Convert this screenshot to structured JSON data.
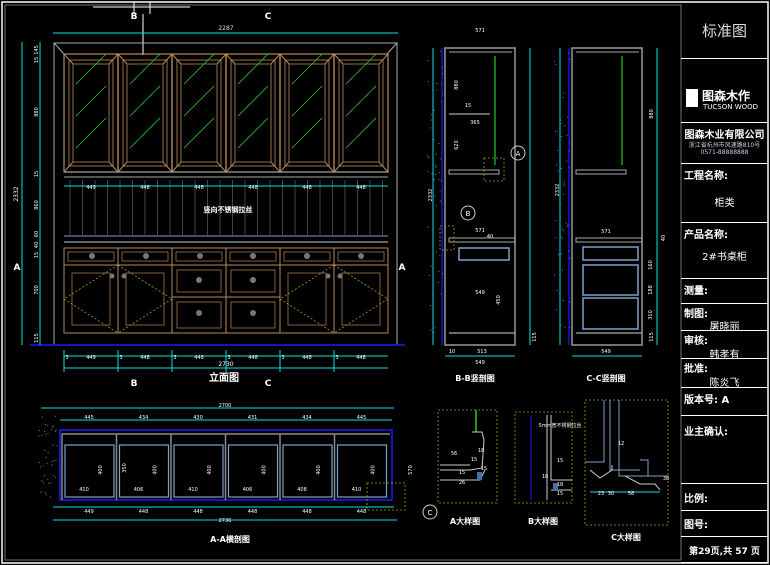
{
  "colors": {
    "background": "#000000",
    "frame": "#ffffff",
    "dimension": "#00e5e5",
    "wood": "#b98a5a",
    "glass": "#22cc22",
    "ground": "#1a1aff",
    "section": "#7fa0c8",
    "detail_box": "#a0a000"
  },
  "elevation": {
    "title": "立面图",
    "top_width": "2287",
    "bottom_width": "2730",
    "total_height": "2332",
    "middle_note": "竖向不锈钢拉丝",
    "section_marks": [
      "B",
      "C",
      "A"
    ],
    "left_dims": [
      "145",
      "15",
      "880",
      "15",
      "860",
      "60",
      "40",
      "15",
      "700",
      "115"
    ],
    "column_widths": [
      "449",
      "448",
      "448",
      "448",
      "448",
      "448"
    ],
    "gap": "3"
  },
  "section_bb": {
    "title": "B-B竖剖图",
    "dims": [
      "571",
      "880",
      "15",
      "365",
      "620",
      "2332",
      "571",
      "40",
      "450",
      "549",
      "10",
      "513",
      "549",
      "115"
    ],
    "callouts": [
      "A",
      "B"
    ]
  },
  "section_cc": {
    "title": "C-C竖剖图",
    "dims": [
      "880",
      "2332",
      "571",
      "40",
      "160",
      "188",
      "310",
      "549",
      "115"
    ]
  },
  "plan_aa": {
    "title": "A-A横剖图",
    "top_total": "2700",
    "top_dims": [
      "445",
      "434",
      "430",
      "431",
      "434",
      "445"
    ],
    "inner_dims": [
      "410",
      "406",
      "410",
      "406",
      "408",
      "410"
    ],
    "height_dims": [
      "400",
      "350",
      "570"
    ],
    "bottom_dims": [
      "449",
      "448",
      "448",
      "448",
      "448",
      "448"
    ],
    "bottom_total": "2736",
    "callout": "C"
  },
  "details": [
    {
      "title": "A大样图",
      "dims": [
        "56",
        "15",
        "18",
        "15",
        "15",
        "26"
      ]
    },
    {
      "title": "B大样图",
      "note": "5mm宽不锈钢拉丝",
      "dims": [
        "15",
        "18",
        "18",
        "15"
      ]
    },
    {
      "title": "C大样图",
      "dims": [
        "12",
        "23",
        "30",
        "58",
        "38"
      ]
    }
  ],
  "title_block": {
    "header": "标准图",
    "logo_cn": "图森木作",
    "logo_en": "TUCSON WOOD",
    "company": "图森木业有限公司",
    "address": "浙江省杭州市风速路810号",
    "phone": "0571-88888888",
    "project_label": "工程名称:",
    "project_value": "柜类",
    "product_label": "产品名称:",
    "product_value": "2#书桌柜",
    "measure_label": "测量:",
    "drawn_label": "制图:",
    "drawn_value": "屠晓丽",
    "checked_label": "审核:",
    "checked_value": "韩孝有",
    "approved_label": "批准:",
    "approved_value": "陈炎飞",
    "version_label": "版本号:",
    "version_value": "A",
    "owner_label": "业主确认:",
    "scale_label": "比例:",
    "drawing_no_label": "图号:",
    "page": "第29页,共 57 页"
  }
}
